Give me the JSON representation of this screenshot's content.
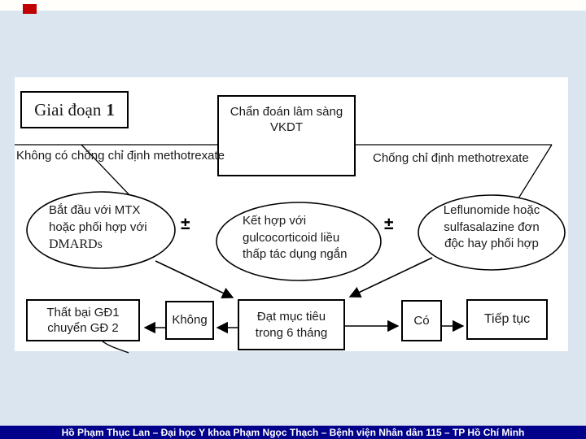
{
  "colors": {
    "background": "#dbe5f0",
    "panel": "#ffffff",
    "footer_bar": "#00008b",
    "line": "#000000",
    "badge_red": "#c00000"
  },
  "flowchart": {
    "stage_box": {
      "label": "Giai đoạn",
      "number": "1"
    },
    "diagnosis_box": {
      "line1": "Chẩn đoán lâm sàng",
      "line2": "VKDT"
    },
    "left_branch_label": "Không có chống chỉ định methotrexate",
    "right_branch_label": "Chống chỉ định methotrexate",
    "left_ellipse": {
      "line1": "Bắt đầu với MTX",
      "line2": "hoặc phối hợp với",
      "line3": "DMARDs"
    },
    "center_ellipse": {
      "line1": "Kết hợp với",
      "line2": "gulcocorticoid liều",
      "line3": "thấp tác dụng ngắn"
    },
    "right_ellipse": {
      "line1": "Leflunomide hoặc",
      "line2": "sulfasalazine đơn",
      "line3": "độc hay phối hợp"
    },
    "plus_minus_left": "±",
    "plus_minus_right": "±",
    "fail_box": {
      "line1": "Thất bại GĐ1",
      "line2": "chuyển GĐ 2"
    },
    "no_box_label": "Không",
    "goal_box": {
      "line1": "Đạt mục tiêu",
      "line2": "trong 6 tháng"
    },
    "yes_box_label": "Có",
    "continue_box_label": "Tiếp tục"
  },
  "footer": {
    "credit": "Hồ Phạm Thục Lan – Đại học Y khoa Phạm Ngọc Thạch – Bệnh viện Nhân dân 115 – TP Hồ Chí Minh"
  }
}
